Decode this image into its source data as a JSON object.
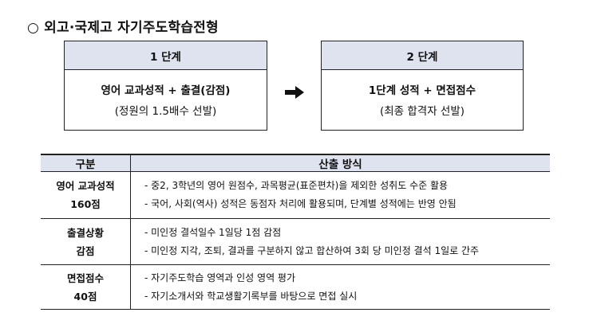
{
  "heading": "○ 외고·국제고 자기주도학습전형",
  "stages": [
    {
      "header": "1 단계",
      "main": "영어 교과성적 + 출결(감점)",
      "sub": "(정원의 1.5배수 선발)"
    },
    {
      "header": "2 단계",
      "main": "1단계 성적 + 면접점수",
      "sub": "(최종 합격자 선발)"
    }
  ],
  "arrow_icon": "right-arrow-icon",
  "table": {
    "headers": [
      "구분",
      "산출 방식"
    ],
    "rows": [
      {
        "category": [
          "영어 교과성적",
          "160점"
        ],
        "items": [
          "- 중2, 3학년의 영어 원점수, 과목평균(표준편차)을 제외한 성취도 수준 활용",
          "- 국어, 사회(역사) 성적은 동점자 처리에 활용되며, 단계별 성적에는 반영 안됨"
        ]
      },
      {
        "category": [
          "출결상황",
          "감점"
        ],
        "items": [
          "- 미인정 결석일수 1일당 1점 감점",
          "- 미인정 지각, 조퇴, 결과를 구분하지 않고 합산하여 3회 당 미인정 결석 1일로 간주"
        ]
      },
      {
        "category": [
          "면접점수",
          "40점"
        ],
        "items": [
          "- 자기주도학습 영역과 인성 영역 평가",
          "- 자기소개서와 학교생활기록부를 바탕으로 면접 실시"
        ]
      }
    ]
  }
}
